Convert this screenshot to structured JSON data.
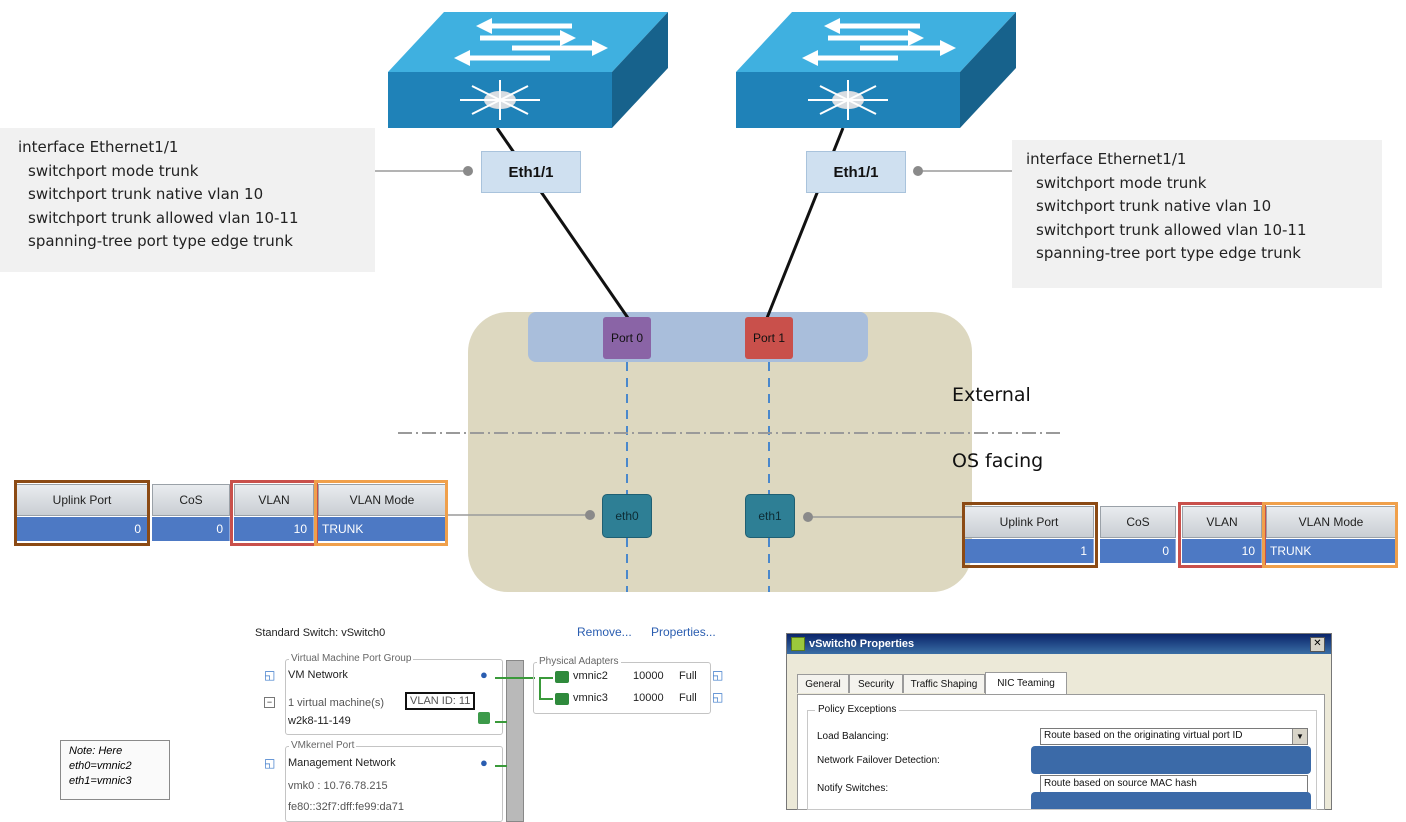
{
  "switches": {
    "left_port": "Eth1/1",
    "right_port": "Eth1/1"
  },
  "config_left": [
    "interface Ethernet1/1",
    "  switchport mode trunk",
    "  switchport trunk native vlan 10",
    "  switchport trunk allowed vlan 10-11",
    "  spanning-tree port type edge trunk"
  ],
  "config_right": [
    "interface Ethernet1/1",
    "  switchport mode trunk",
    "  switchport trunk native vlan 10",
    "  switchport trunk allowed vlan 10-11",
    "  spanning-tree port type edge trunk"
  ],
  "adapter": {
    "port0": "Port 0",
    "port1": "Port 1",
    "eth0": "eth0",
    "eth1": "eth1",
    "external_label": "External",
    "os_label": "OS facing"
  },
  "policy_left": {
    "headers": [
      "Uplink Port",
      "CoS",
      "VLAN",
      "VLAN Mode"
    ],
    "values": [
      "0",
      "0",
      "10",
      "TRUNK"
    ]
  },
  "policy_right": {
    "headers": [
      "Uplink Port",
      "CoS",
      "VLAN",
      "VLAN Mode"
    ],
    "values": [
      "1",
      "0",
      "10",
      "TRUNK"
    ]
  },
  "vswitch": {
    "title": "Standard Switch: vSwitch0",
    "remove_link": "Remove...",
    "properties_link": "Properties...",
    "vm_group_title": "Virtual Machine Port Group",
    "vm_network": "VM Network",
    "vm_count": "1 virtual machine(s)",
    "vlan_id": "VLAN ID: 11",
    "vm_name": "w2k8-11-149",
    "vmk_group_title": "VMkernel Port",
    "mgmt_network": "Management Network",
    "vmk_ip": "vmk0 : 10.76.78.215",
    "vmk_ipv6": "fe80::32f7:dff:fe99:da71",
    "adapters_title": "Physical Adapters",
    "adapters": [
      {
        "name": "vmnic2",
        "speed": "10000",
        "duplex": "Full"
      },
      {
        "name": "vmnic3",
        "speed": "10000",
        "duplex": "Full"
      }
    ]
  },
  "note": [
    "Note: Here",
    "eth0=vmnic2",
    "eth1=vmnic3"
  ],
  "dialog": {
    "title": "vSwitch0 Properties",
    "tabs": [
      "General",
      "Security",
      "Traffic Shaping",
      "NIC Teaming"
    ],
    "group_title": "Policy Exceptions",
    "rows": [
      "Load Balancing:",
      "Network Failover Detection:",
      "Notify Switches:"
    ],
    "load_balancing_value": "Route based on the originating virtual port ID",
    "dropdown_option": "Route based on source MAC hash"
  },
  "colors": {
    "switch_top": "#2a9fd6",
    "switch_side": "#1d6f9c",
    "port0": "#8a64a6",
    "port1": "#c9504b",
    "vnic": "#2e7f95",
    "adapter_bg": "#ddd8c0",
    "adapter_band": "#a9bedb",
    "table_value": "#4d79c4",
    "frame_brown": "#8b4a14",
    "frame_red": "#c9504b",
    "frame_orange": "#f0a04b"
  }
}
